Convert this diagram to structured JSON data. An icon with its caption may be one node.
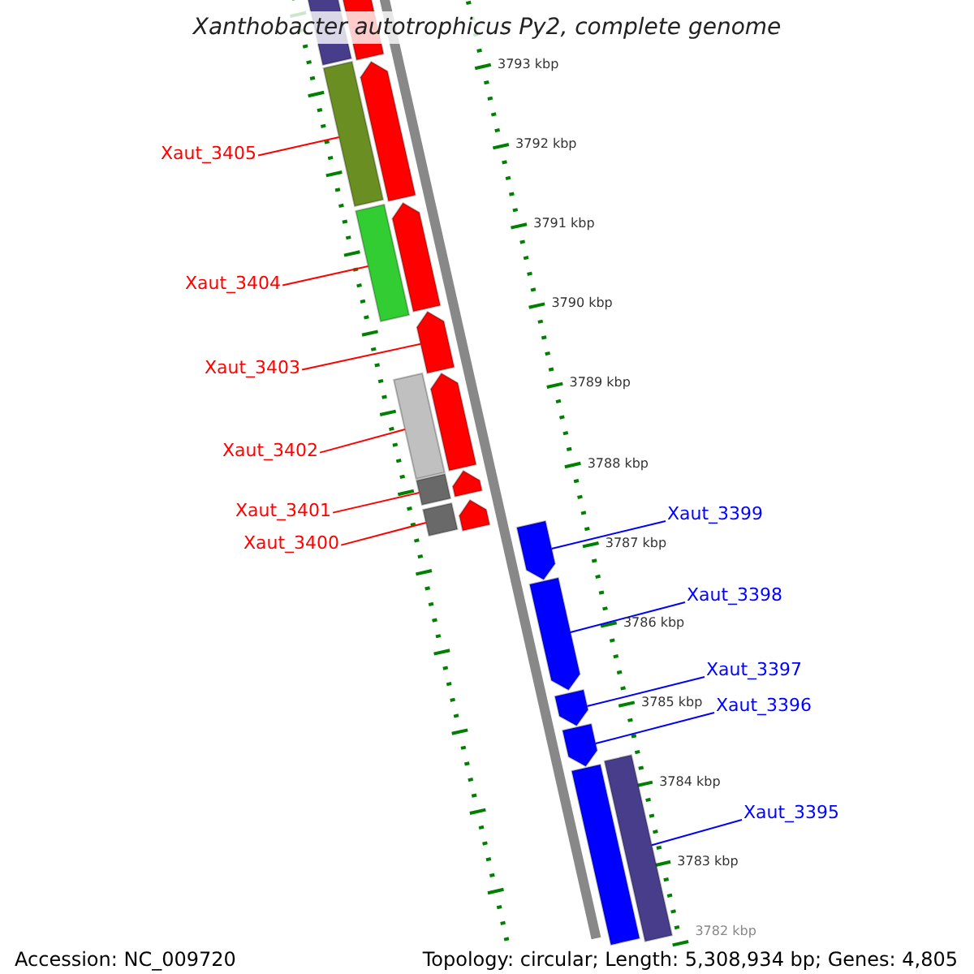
{
  "diagram": {
    "title": "Xanthobacter autotrophicus Py2, complete genome",
    "nodes": [
      {
        "text": [
          "Xaut_3405"
        ]
      },
      {
        "text": [],
        "shape": "bar"
      },
      {
        "text": [
          "Xaut_3404"
        ]
      },
      {
        "text": [],
        "shape": "bar"
      },
      {
        "text": [
          "Xaut_3403"
        ]
      },
      {
        "text": [],
        "shape": "arrow"
      },
      {
        "text": [
          "Xaut_3402"
        ]
      },
      {
        "text": [],
        "shape": "bar"
      },
      {
        "text": [
          "Xaut_3401"
        ]
      },
      {
        "text": [],
        "shape": "bar"
      },
      {
        "text": [
          "Xaut_3400"
        ]
      },
      {
        "text": [],
        "shape": "bar"
      },
      {
        "text": [
          "Xaut_3399"
        ]
      },
      {
        "text": [],
        "shape": "arrow"
      },
      {
        "text": [
          "Xaut_3398"
        ]
      },
      {
        "text": [],
        "shape": "arrow"
      },
      {
        "text": [
          "Xaut_3397"
        ]
      },
      {
        "text": [],
        "shape": "arrow"
      },
      {
        "text": [
          "Xaut_3396"
        ]
      },
      {
        "text": [],
        "shape": "arrow"
      },
      {
        "text": [
          "Xaut_3395"
        ]
      },
      {
        "text": [],
        "shape": "bar"
      },
      {
        "text": [],
        "shape": "bar"
      },
      {
        "text": [],
        "shape": "bar"
      },
      {
        "text": [],
        "shape": "arrow"
      },
      {
        "text": [],
        "shape": "arrow"
      },
      {
        "text": [],
        "shape": "arrow"
      },
      {
        "text": [],
        "shape": "arrow"
      },
      {
        "text": [],
        "shape": "arrow"
      },
      {
        "text": [],
        "shape": "bar"
      }
    ],
    "edges": [
      {
        "from": 0,
        "to": 1,
        "arrow": "none"
      },
      {
        "from": 2,
        "to": 3,
        "arrow": "none"
      },
      {
        "from": 4,
        "to": 5,
        "arrow": "none"
      },
      {
        "from": 6,
        "to": 7,
        "arrow": "none"
      },
      {
        "from": 8,
        "to": 9,
        "arrow": "none"
      },
      {
        "from": 10,
        "to": 11,
        "arrow": "none"
      },
      {
        "from": 12,
        "to": 13,
        "arrow": "none",
        "color": "#0000ff"
      },
      {
        "from": 14,
        "to": 15,
        "arrow": "none",
        "color": "#0000ff"
      },
      {
        "from": 16,
        "to": 17,
        "arrow": "none",
        "color": "#0000ff"
      },
      {
        "from": 18,
        "to": 19,
        "arrow": "none",
        "color": "#0000ff"
      },
      {
        "from": 20,
        "to": 21,
        "arrow": "none",
        "color": "#0000ff"
      }
    ],
    "labels": [
      "3793 kbp",
      "3792 kbp",
      "3791 kbp",
      "3790 kbp",
      "3789 kbp",
      "3788 kbp",
      "3787 kbp",
      "3786 kbp",
      "3785 kbp",
      "3784 kbp",
      "3783 kbp",
      "3782 kbp",
      "Accession: NC_009720",
      "Topology: circular; Length: 5,308,934 bp; Genes: 4,805"
    ]
  }
}
